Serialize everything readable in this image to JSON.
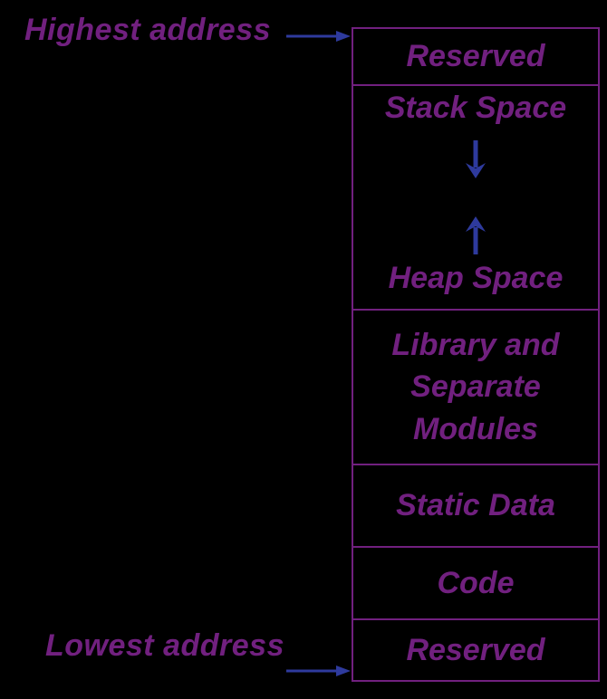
{
  "colors": {
    "background": "#000000",
    "outline": "#71207f",
    "text": "#71207f",
    "arrow": "#2e3a9d"
  },
  "labels": {
    "highest_address": "Highest address",
    "lowest_address": "Lowest address"
  },
  "arrows": {
    "highest_pointer": "right-arrow",
    "lowest_pointer": "right-arrow",
    "stack_growth": "down-arrow",
    "heap_growth": "up-arrow"
  },
  "memory_map": {
    "sections": [
      {
        "id": "reserved-top",
        "label": "Reserved"
      },
      {
        "id": "stack-heap",
        "stack_label": "Stack Space",
        "heap_label": "Heap Space"
      },
      {
        "id": "library",
        "label": "Library and Separate Modules"
      },
      {
        "id": "static-data",
        "label": "Static Data"
      },
      {
        "id": "code",
        "label": "Code"
      },
      {
        "id": "reserved-bottom",
        "label": "Reserved"
      }
    ]
  }
}
